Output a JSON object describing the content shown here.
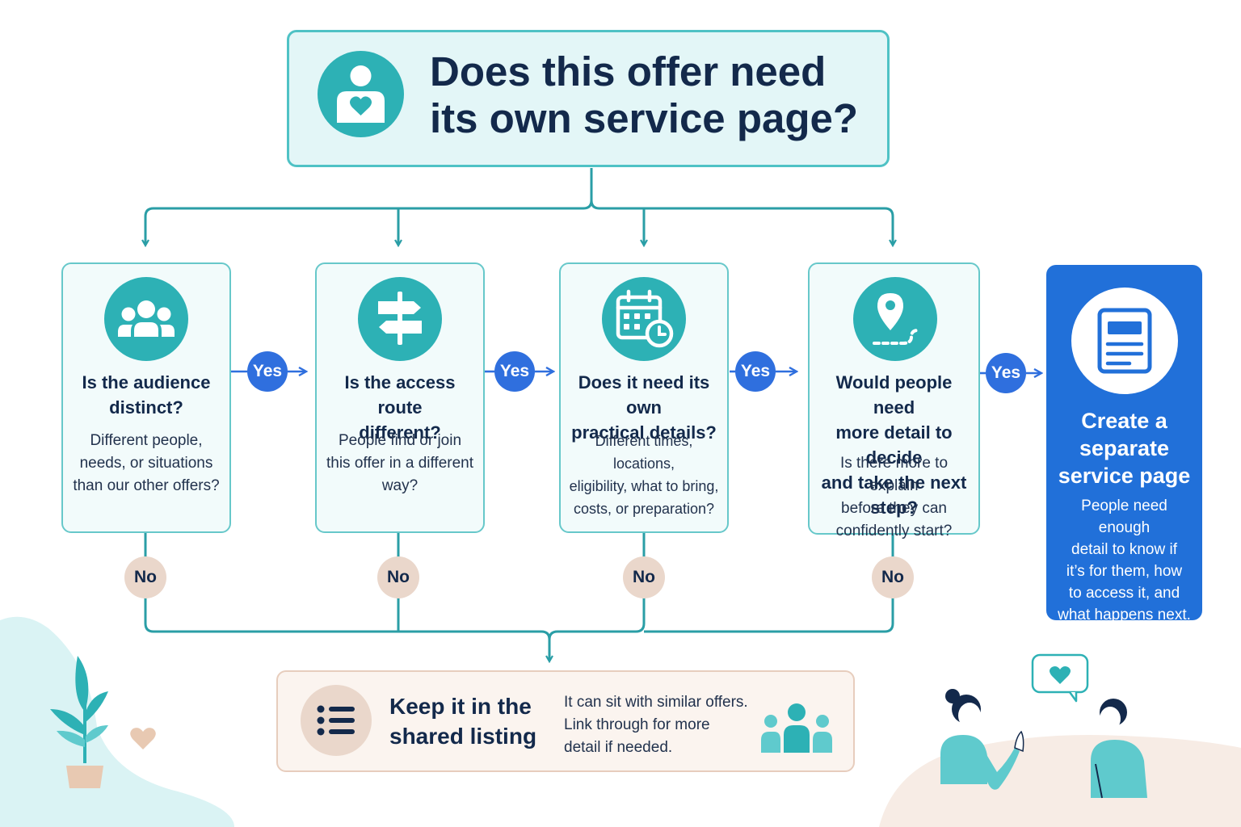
{
  "title": {
    "line1": "Does this offer need",
    "line2": "its own service page?",
    "icon": "person-heart-icon"
  },
  "questions": [
    {
      "icon": "people-group-icon",
      "question_lines": [
        "Is the audience",
        "distinct?"
      ],
      "detail_lines": [
        "Different people,",
        "needs, or situations",
        "than our other offers?"
      ]
    },
    {
      "icon": "signpost-icon",
      "question_lines": [
        "Is the access route",
        "different?"
      ],
      "detail_lines": [
        "People find or join",
        "this offer in a different",
        "way?"
      ]
    },
    {
      "icon": "calendar-clock-icon",
      "question_lines": [
        "Does it need its own",
        "practical details?"
      ],
      "detail_lines": [
        "Different times, locations,",
        "eligibility, what to bring,",
        "costs, or preparation?"
      ]
    },
    {
      "icon": "location-path-icon",
      "question_lines": [
        "Would people need",
        "more detail to decide",
        "and take the next step?"
      ],
      "detail_lines": [
        "Is there more to explain",
        "before they can",
        "confidently start?"
      ]
    }
  ],
  "yes_label": "Yes",
  "no_label": "No",
  "result_yes": {
    "icon": "document-page-icon",
    "title_lines": [
      "Create a",
      "separate",
      "service page"
    ],
    "detail_lines": [
      "People need enough",
      "detail to know if",
      "it’s for them, how",
      "to access it, and",
      "what happens next."
    ]
  },
  "result_no": {
    "icon": "list-icon",
    "title_lines": [
      "Keep it in the",
      "shared listing"
    ],
    "detail_lines": [
      "It can sit with similar offers.",
      "Link through for more",
      "detail if needed."
    ],
    "people_icon": "people-group-icon"
  },
  "colors": {
    "teal": "#2db1b5",
    "line": "#2a9ea6",
    "navy": "#13294b",
    "blue": "#2f6fde",
    "result_blue": "#2170d9",
    "beige": "#ead7cb"
  }
}
